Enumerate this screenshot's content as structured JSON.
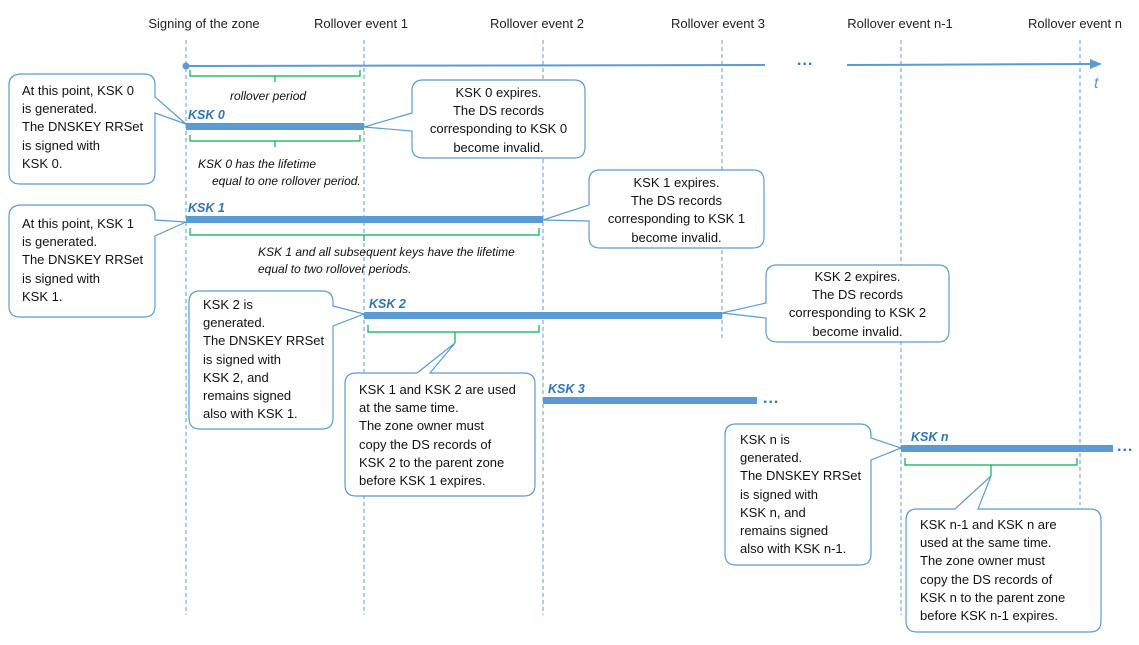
{
  "events": [
    "Signing of the zone",
    "Rollover event 1",
    "Rollover event 2",
    "Rollover event 3",
    "Rollover event n-1",
    "Rollover event n"
  ],
  "axis": {
    "label": "t",
    "gap_dots": "..."
  },
  "periods": {
    "rollover_period": "rollover period"
  },
  "keys": {
    "ksk0": "KSK 0",
    "ksk1": "KSK 1",
    "ksk2": "KSK 2",
    "ksk3": "KSK 3",
    "kskn": "KSK n",
    "continuation_dots": "..."
  },
  "notes": {
    "ksk0_lifetime": [
      "KSK 0 has the lifetime",
      "equal to one rollover period."
    ],
    "ksk1_lifetime": [
      "KSK 1 and all subsequent keys have the lifetime",
      "equal to two rollover periods."
    ]
  },
  "callouts": {
    "gen0": [
      "At this point, KSK 0",
      "is generated.",
      "The DNSKEY RRSet",
      "is signed with",
      "KSK  0."
    ],
    "exp0": [
      "KSK 0 expires.",
      "The DS records",
      "corresponding to KSK 0",
      "become invalid."
    ],
    "gen1": [
      "At this point, KSK 1",
      "is generated.",
      "The DNSKEY RRSet",
      "is signed with",
      "KSK 1."
    ],
    "exp1": [
      "KSK 1 expires.",
      "The DS records",
      "corresponding to KSK 1",
      "become invalid."
    ],
    "gen2": [
      "KSK 2 is",
      "generated.",
      "The DNSKEY RRSet",
      "is signed with",
      "KSK 2, and",
      "remains signed",
      "also with KSK 1."
    ],
    "exp2": [
      "KSK 2 expires.",
      "The DS records",
      "corresponding to KSK 2",
      "become invalid."
    ],
    "overlap12": [
      "KSK 1 and KSK 2 are used",
      "at the same time.",
      "The zone owner must",
      "copy the DS records of",
      "KSK 2 to the parent zone",
      "before KSK 1 expires."
    ],
    "genn": [
      "KSK n is",
      "generated.",
      "The DNSKEY RRSet",
      "is signed with",
      "KSK n, and",
      "remains signed",
      "also with KSK n-1."
    ],
    "overlapn": [
      "KSK n-1 and KSK n are",
      "used at the same time.",
      "The zone owner must",
      "copy the DS records of",
      "KSK n to the parent zone",
      "before KSK n-1 expires."
    ]
  },
  "colors": {
    "bar": "#5b9bd5",
    "guide": "#5b9bd5",
    "brace": "#00b050",
    "callout_border": "#5b9bd5",
    "key_label": "#2e75b6"
  }
}
